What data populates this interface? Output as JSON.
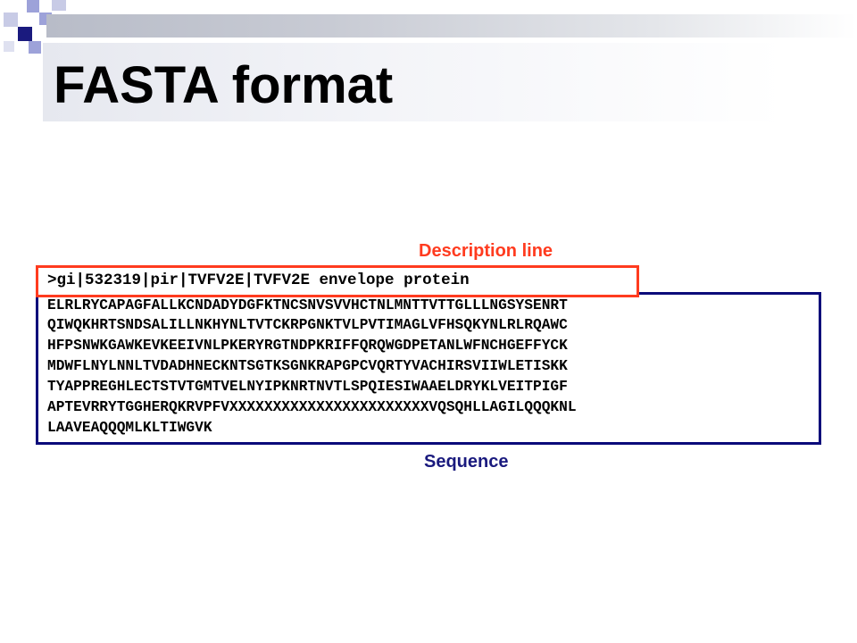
{
  "slide": {
    "title": "FASTA format",
    "description_label": "Description line",
    "sequence_label": "Sequence",
    "description_line": ">gi|532319|pir|TVFV2E|TVFV2E envelope protein",
    "sequence_lines": [
      "ELRLRYCAPAGFALLKCNDADYDGFKTNCSNVSVVHCTNLMNTTVTTGLLLNGSYSENRT",
      "QIWQKHRTSNDSALILLNKHYNLTVTCKRPGNKTVLPVTIMAGLVFHSQKYNLRLRQAWC",
      "HFPSNWKGAWKEVKEEIVNLPKERYRGTNDPKRIFFQRQWGDPETANLWFNCHGEFFYCK",
      "MDWFLNYLNNLTVDADHNECKNTSGTKSGNKRAPGPCVQRTYVACHIRSVIIWLETISKK",
      "TYAPPREGHLECTSTVTGMTVELNYIPKNRTNVTLSPQIESIWAAELDRYKLVEITPIGF",
      "APTEVRRYTGGHERQKRVPFVXXXXXXXXXXXXXXXXXXXXXXXVQSQHLLAGILQQQKNL",
      "LAAVEAQQQMLKLTIWGVK"
    ]
  },
  "colors": {
    "description_accent": "#ff3b1f",
    "sequence_accent": "#0b0b7a",
    "sequence_label": "#1a1a7e"
  }
}
